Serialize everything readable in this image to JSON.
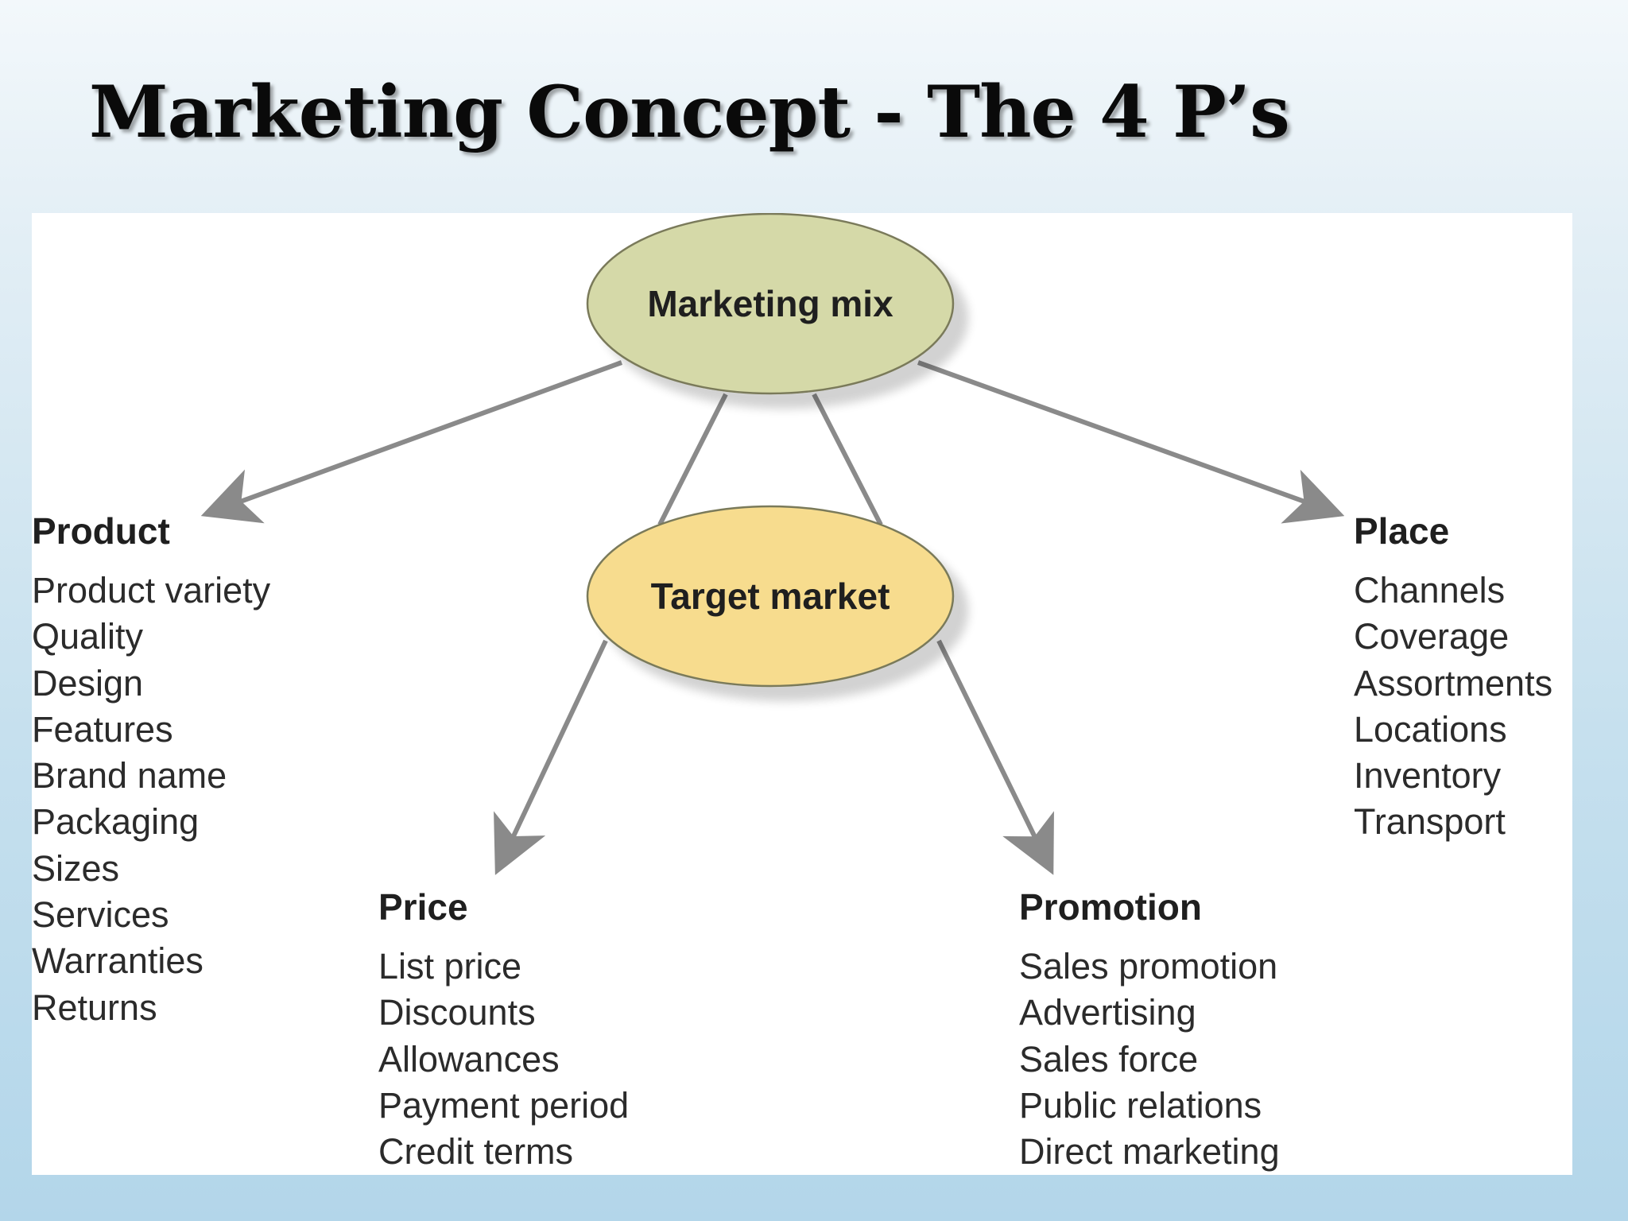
{
  "slide": {
    "title": "Marketing Concept - The 4 P’s"
  },
  "diagram": {
    "top_node": "Marketing mix",
    "center_node": "Target market",
    "colors": {
      "top_node_fill": "#d5d9a8",
      "center_node_fill": "#f7dc8e",
      "arrow": "#8a8a8a"
    },
    "groups": {
      "product": {
        "heading": "Product",
        "items": [
          "Product variety",
          "Quality",
          "Design",
          "Features",
          "Brand name",
          "Packaging",
          "Sizes",
          "Services",
          "Warranties",
          "Returns"
        ]
      },
      "place": {
        "heading": "Place",
        "items": [
          "Channels",
          "Coverage",
          "Assortments",
          "Locations",
          "Inventory",
          "Transport"
        ]
      },
      "price": {
        "heading": "Price",
        "items": [
          "List price",
          "Discounts",
          "Allowances",
          "Payment period",
          "Credit terms"
        ]
      },
      "promotion": {
        "heading": "Promotion",
        "items": [
          "Sales promotion",
          "Advertising",
          "Sales force",
          "Public relations",
          "Direct marketing"
        ]
      }
    }
  }
}
